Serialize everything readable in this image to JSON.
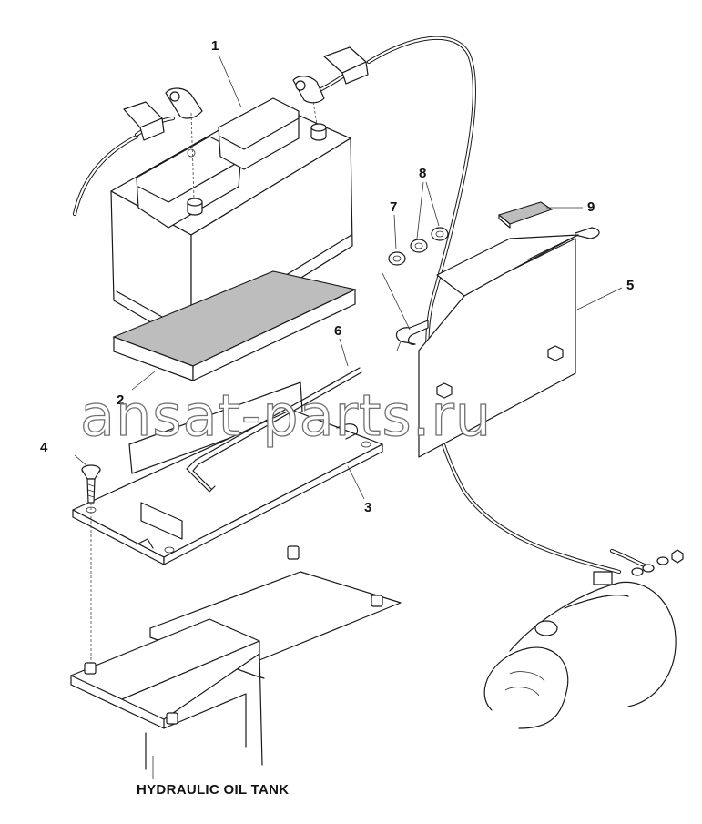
{
  "diagram": {
    "callouts": [
      "1",
      "2",
      "3",
      "4",
      "5",
      "6",
      "7",
      "8",
      "9"
    ],
    "caption": "HYDRAULIC OIL TANK",
    "watermark": "ansat-parts.ru"
  }
}
